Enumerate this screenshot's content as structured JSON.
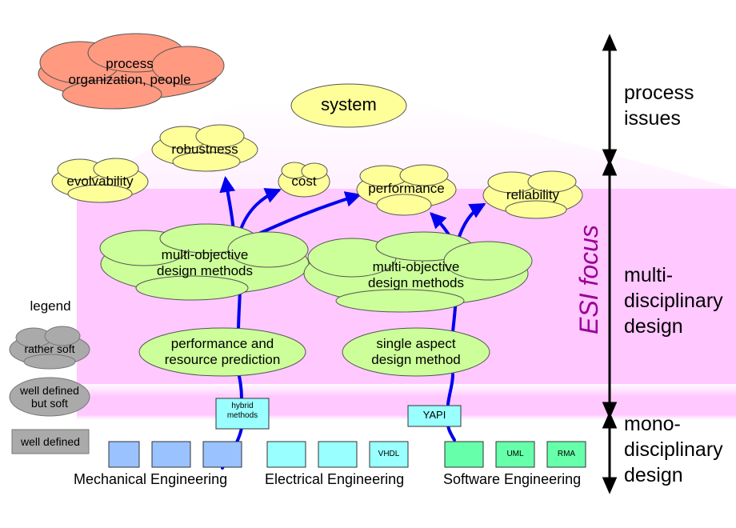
{
  "colors": {
    "pink_region": "#ffc8ff",
    "cloud_yellow": "#ffff99",
    "cloud_green": "#ccff99",
    "cloud_salmon": "#ff9980",
    "line_blue": "#0000ee",
    "esi_purple": "#990099",
    "box_mech": "#99c2ff",
    "box_elec": "#99ffff",
    "box_soft": "#66ffaa"
  },
  "clouds": {
    "process_org": "process\norganization, people",
    "system": "system",
    "robustness": "robustness",
    "evolvability": "evolvability",
    "cost": "cost",
    "performance": "performance",
    "reliability": "reliability",
    "moo_left": "multi-objective\ndesign methods",
    "moo_right": "multi-objective\ndesign methods",
    "perf_resource": "performance and\nresource prediction",
    "single_aspect": "single aspect\ndesign method"
  },
  "boxes": {
    "hybrid": "hybrid\nmethods",
    "yapi": "YAPI",
    "vhdl": "VHDL",
    "uml": "UML",
    "rma": "RMA"
  },
  "disciplines": {
    "mechanical": "Mechanical Engineering",
    "electrical": "Electrical Engineering",
    "software": "Software Engineering"
  },
  "levels": {
    "process": "process\nissues",
    "multi": "multi-\ndisciplinary\ndesign",
    "mono": "mono-\ndisciplinary\ndesign"
  },
  "esi_focus": "ESI focus",
  "legend": {
    "title": "legend",
    "rather_soft": "rather soft",
    "well_defined_but_soft": "well defined\nbut soft",
    "well_defined": "well defined"
  }
}
